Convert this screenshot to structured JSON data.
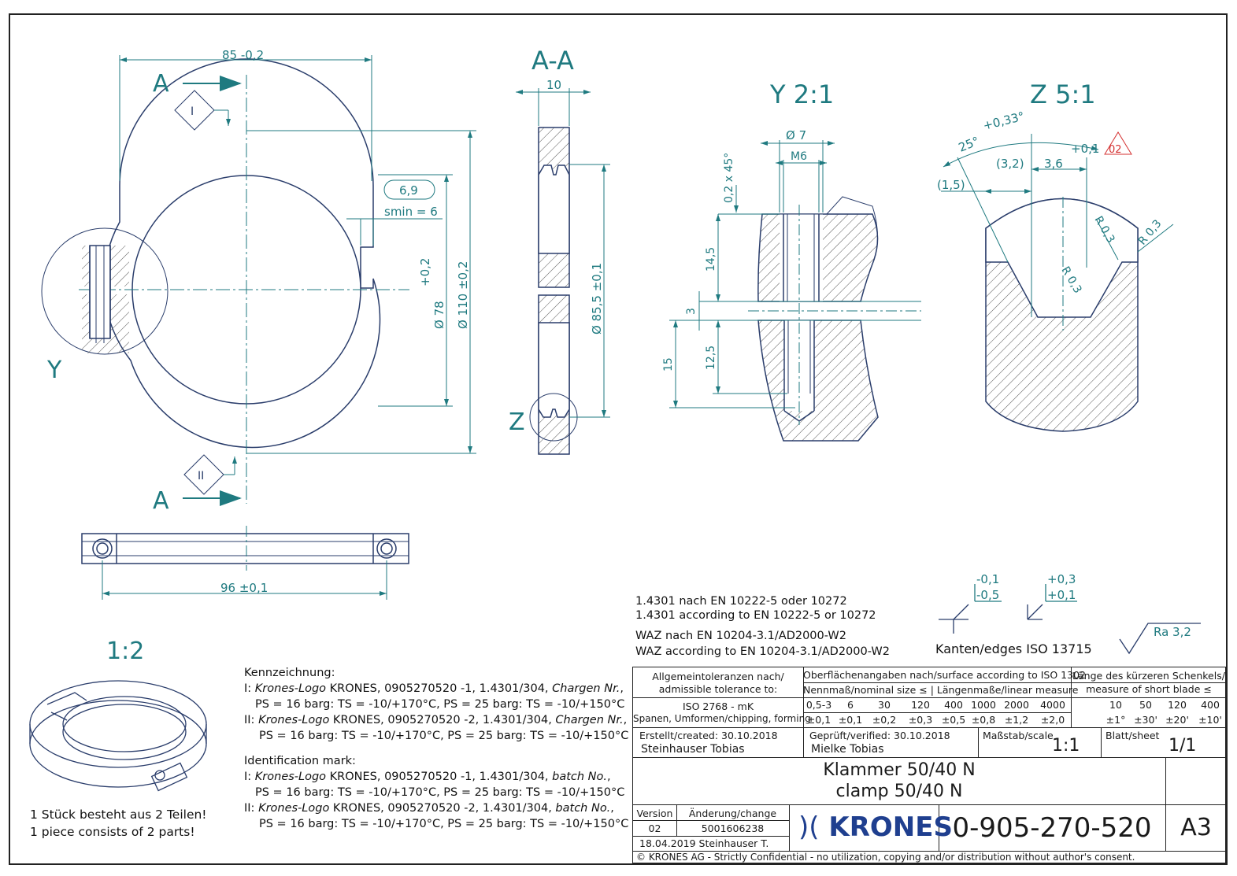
{
  "views": {
    "main": {
      "dim_width": "85 -0,2",
      "dim_gap": "6,9",
      "dim_smin": "smin = 6",
      "dim_inner": "Ø 78",
      "dim_inner_tol": "+0,2",
      "dim_outer": "Ø 110 ±0,2",
      "section_label_top": "A",
      "section_label_bottom": "A",
      "marker_1": "I",
      "marker_2": "II",
      "detail_label_y": "Y"
    },
    "section": {
      "title": "A-A",
      "dim_thickness": "10",
      "dim_groove": "Ø 85,5 ±0,1",
      "detail_label_z": "Z"
    },
    "bottom": {
      "dim_holes": "96 ±0,1"
    },
    "detail_y": {
      "title": "Y 2:1",
      "dim_dia": "Ø 7",
      "dim_thread": "M6",
      "dim_chamfer": "0,2 x 45°",
      "dim_depth1": "14,5",
      "dim_gap": "3",
      "dim_depth2": "12,5",
      "dim_depth3": "15"
    },
    "detail_z": {
      "title": "Z 5:1",
      "dim_angle": "25°",
      "dim_angle_tol": "+0,33°",
      "dim_a": "(3,2)",
      "dim_b": "3,6",
      "dim_b_tol": "+0,1",
      "rev": "02",
      "dim_c": "(1,5)",
      "r1": "R 0,3",
      "r2": "R 0,3",
      "r3": "R 0,3"
    }
  },
  "iso_scale": "1:2",
  "materials": [
    "1.4301 nach EN 10222-5 oder 10272",
    "1.4301 according to EN 10222-5 or 10272",
    "WAZ nach EN 10204-3.1/AD2000-W2",
    "WAZ according to EN 10204-3.1/AD2000-W2"
  ],
  "edges": {
    "tol_outer": "-0,1",
    "tol_outer2": "-0,5",
    "tol_inner": "+0,3",
    "tol_inner2": "+0,1",
    "label": "Kanten/edges ISO 13715",
    "roughness": "Ra  3,2"
  },
  "marking": {
    "heading_de": "Kennzeichnung:",
    "de_1_pre": "I: ",
    "de_1_logo": "Krones-Logo",
    "de_1_text": " KRONES, 0905270520 -1, 1.4301/304, ",
    "de_1_batch": "Chargen Nr.",
    "de_1_end": ",",
    "de_1_ps": "PS = 16 barg: TS = -10/+170°C, PS = 25 barg: TS = -10/+150°C",
    "de_2_pre": "II: ",
    "de_2_logo": "Krones-Logo",
    "de_2_text": " KRONES, 0905270520 -2, 1.4301/304, ",
    "de_2_batch": "Chargen Nr.",
    "de_2_end": ",",
    "de_2_ps": "PS = 16 barg: TS = -10/+170°C, PS = 25 barg: TS = -10/+150°C",
    "heading_en": "Identification mark:",
    "en_1_pre": "I: ",
    "en_1_logo": "Krones-Logo",
    "en_1_text": " KRONES, 0905270520 -1, 1.4301/304, ",
    "en_1_batch": "batch No.",
    "en_1_end": ",",
    "en_1_ps": "PS = 16 barg: TS = -10/+170°C, PS = 25 barg: TS = -10/+150°C",
    "en_2_pre": "II: ",
    "en_2_logo": "Krones-Logo",
    "en_2_text": " KRONES, 0905270520 -2, 1.4301/304, ",
    "en_2_batch": "batch No.",
    "en_2_end": ",",
    "en_2_ps": "PS = 16 barg: TS = -10/+170°C, PS = 25 barg: TS = -10/+150°C"
  },
  "parts_note": [
    "1 Stück besteht aus 2 Teilen!",
    "1 piece consists of 2 parts!"
  ],
  "title_block": {
    "gen_tol_1": "Allgemeintoleranzen nach/",
    "gen_tol_2": "admissible tolerance to:",
    "gen_tol_std": "ISO 2768 - mK",
    "gen_tol_proc": "Spanen, Umformen/chipping, forming",
    "surface_head": "Oberflächenangaben nach/surface according to ISO 1302",
    "nominal_head": "Nennmaß/nominal size ≤ | Längenmaße/linear measure",
    "sizes": [
      "0,5-3",
      "6",
      "30",
      "120",
      "400",
      "1000",
      "2000",
      "4000"
    ],
    "tols": [
      "±0,1",
      "±0,1",
      "±0,2",
      "±0,3",
      "±0,5",
      "±0,8",
      "±1,2",
      "±2,0"
    ],
    "short_head_1": "Länge des kürzeren Schenkels/",
    "short_head_2": "measure of short blade ≤",
    "ang_sizes": [
      "10",
      "50",
      "120",
      "400"
    ],
    "ang_tols": [
      "±1°",
      "±30'",
      "±20'",
      "±10'"
    ],
    "created_label": "Erstellt/created:  30.10.2018",
    "created_by": "Steinhauser Tobias",
    "verified_label": "Geprüft/verified:  30.10.2018",
    "verified_by": "Mielke Tobias",
    "scale_label": "Maßstab/scale",
    "scale": "1:1",
    "sheet_label": "Blatt/sheet",
    "sheet": "1/1",
    "title_de": "Klammer 50/40 N",
    "title_en": "clamp 50/40 N",
    "version_label": "Version",
    "change_label": "Änderung/change",
    "version": "02",
    "change_no": "5001606238",
    "change_date": "18.04.2019  Steinhauser T.",
    "logo_text": "KRONES",
    "drawing_no": "0-905-270-520",
    "format": "A3",
    "confidential": "© KRONES AG - Strictly Confidential - no utilization, copying and/or distribution without author's consent."
  },
  "colors": {
    "line": "#2a3d6b",
    "dim": "#1f7a80",
    "rev": "#d43030"
  }
}
